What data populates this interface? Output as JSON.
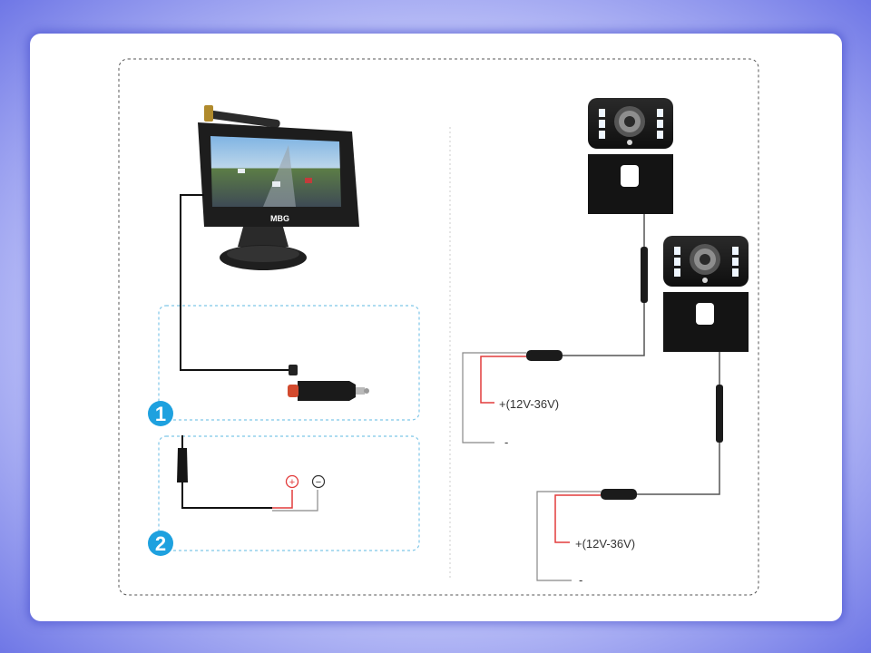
{
  "monitor": {
    "logo": "MBG"
  },
  "steps": [
    {
      "number": "1"
    },
    {
      "number": "2"
    }
  ],
  "hardwire": {
    "positive_symbol": "+",
    "negative_symbol": "−"
  },
  "cameras": [
    {
      "voltage_label": "+(12V-36V)",
      "ground_label": "-"
    },
    {
      "voltage_label": "+(12V-36V)",
      "ground_label": "-"
    }
  ],
  "colors": {
    "frame_glow": "#6f77e6",
    "badge": "#1ea1df",
    "positive_wire": "#e23b3b",
    "dash_box": "#7ec6e8"
  }
}
